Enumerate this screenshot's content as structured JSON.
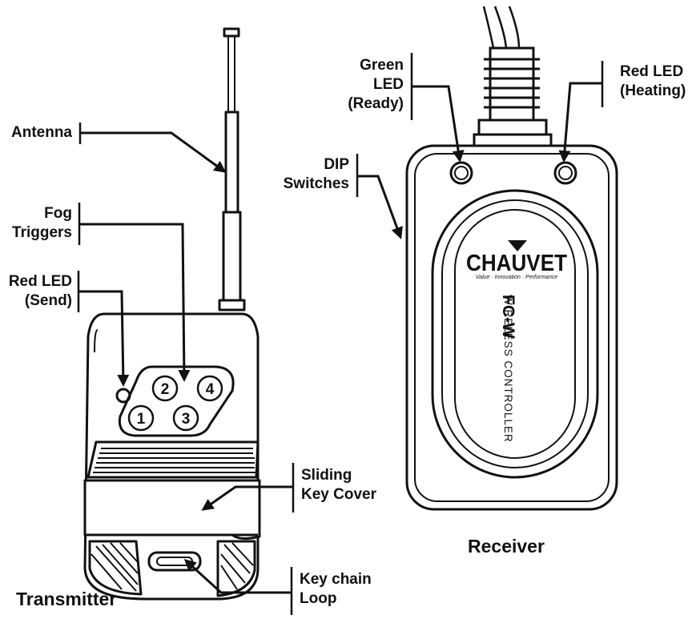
{
  "transmitter": {
    "caption": "Transmitter",
    "labels": {
      "antenna": [
        "Antenna"
      ],
      "fog_triggers": [
        "Fog",
        "Triggers"
      ],
      "red_led_send": [
        "Red LED",
        "(Send)"
      ],
      "sliding_key_cover": [
        "Sliding",
        "Key Cover"
      ],
      "key_chain_loop": [
        "Key chain",
        "Loop"
      ]
    },
    "buttons": [
      "1",
      "2",
      "3",
      "4"
    ]
  },
  "receiver": {
    "caption": "Receiver",
    "labels": {
      "green_led": [
        "Green",
        "LED",
        "(Ready)"
      ],
      "red_led_heating": [
        "Red LED",
        "(Heating)"
      ],
      "dip_switches": [
        "DIP",
        "Switches"
      ]
    },
    "brand": "CHAUVET",
    "tagline": "Value · Innovation · Performance",
    "model": "FC-W",
    "model_desc": "WIRELESS CONTROLLER"
  }
}
